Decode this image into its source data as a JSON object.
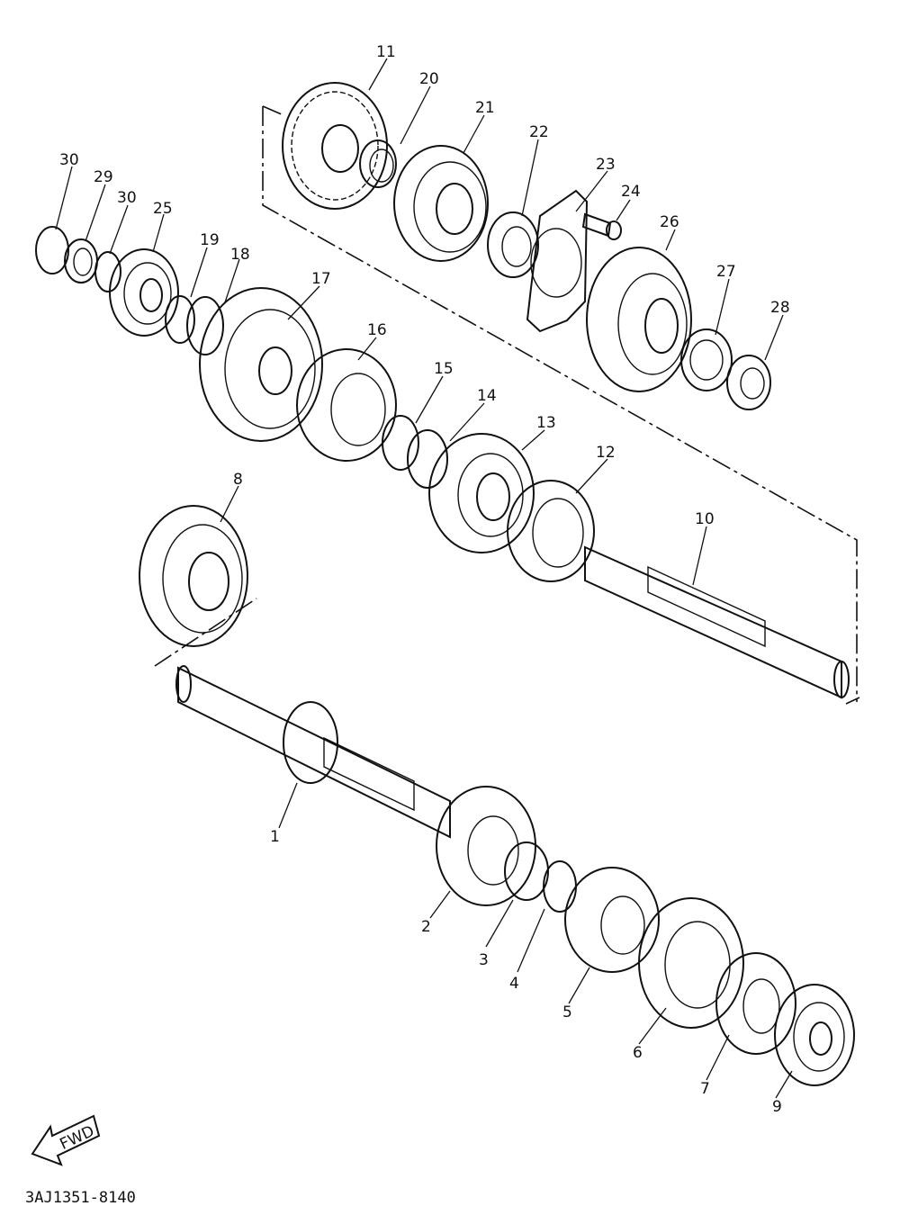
{
  "diagram": {
    "reference_code": "3AJ1351-8140",
    "direction_label": "FWD",
    "callouts": [
      "1",
      "2",
      "3",
      "4",
      "5",
      "6",
      "7",
      "8",
      "9",
      "10",
      "11",
      "12",
      "13",
      "14",
      "15",
      "16",
      "17",
      "18",
      "19",
      "20",
      "21",
      "22",
      "23",
      "24",
      "25",
      "26",
      "27",
      "28",
      "29",
      "30"
    ],
    "callout_30_second": "30",
    "ink_color": "#111111",
    "background_color": "#ffffff"
  }
}
